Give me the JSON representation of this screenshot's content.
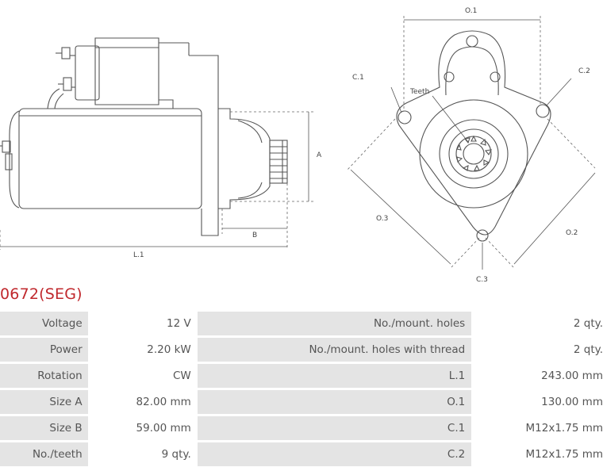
{
  "diagram": {
    "side_labels": {
      "a": "A",
      "b": "B",
      "l1": "L.1"
    },
    "front_labels": {
      "o1": "O.1",
      "o2": "O.2",
      "o3": "O.3",
      "c1": "C.1",
      "c2": "C.2",
      "c3": "C.3",
      "teeth": "Teeth"
    }
  },
  "title": "0672(SEG)",
  "specs": [
    {
      "label": "Voltage",
      "value": "12 V",
      "label2": "No./mount. holes",
      "value2": "2 qty."
    },
    {
      "label": "Power",
      "value": "2.20 kW",
      "label2": "No./mount. holes with thread",
      "value2": "2 qty."
    },
    {
      "label": "Rotation",
      "value": "CW",
      "label2": "L.1",
      "value2": "243.00 mm"
    },
    {
      "label": "Size A",
      "value": "82.00 mm",
      "label2": "O.1",
      "value2": "130.00 mm"
    },
    {
      "label": "Size B",
      "value": "59.00 mm",
      "label2": "C.1",
      "value2": "M12x1.75 mm"
    },
    {
      "label": "No./teeth",
      "value": "9 qty.",
      "label2": "C.2",
      "value2": "M12x1.75 mm"
    }
  ]
}
